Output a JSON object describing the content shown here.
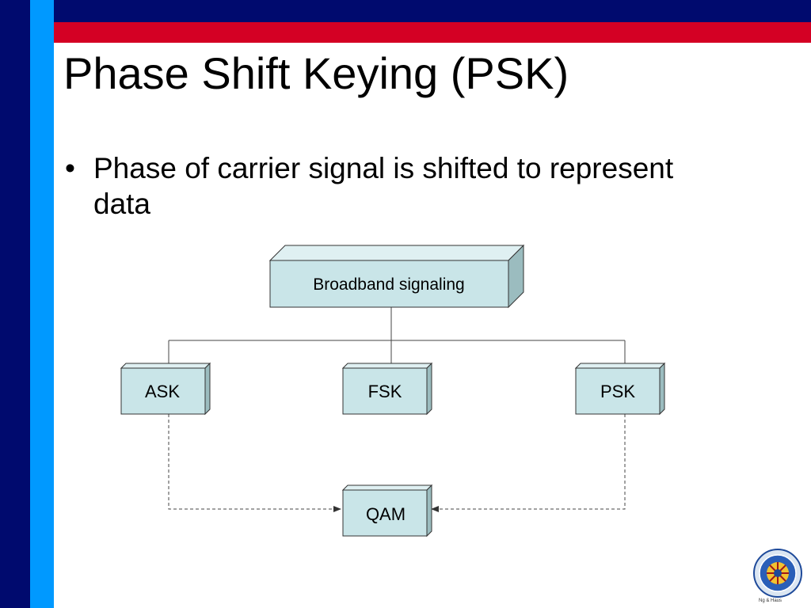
{
  "slide": {
    "title": "Phase Shift Keying (PSK)",
    "bullet_symbol": "•",
    "bullet_text": "Phase of carrier signal is shifted to represent data"
  },
  "colors": {
    "navy": "#000a6e",
    "red": "#d40024",
    "light_blue": "#0099ff",
    "box_fill": "#c9e5e8",
    "box_side": "#9bbcbf",
    "box_top": "#dff0f2",
    "box_stroke": "#333333"
  },
  "diagram": {
    "root": {
      "label": "Broadband signaling"
    },
    "children": [
      {
        "label": "ASK"
      },
      {
        "label": "FSK"
      },
      {
        "label": "PSK"
      }
    ],
    "combined": {
      "label": "QAM"
    },
    "relations": [
      {
        "from": "Broadband signaling",
        "to": "ASK",
        "style": "solid"
      },
      {
        "from": "Broadband signaling",
        "to": "FSK",
        "style": "solid"
      },
      {
        "from": "Broadband signaling",
        "to": "PSK",
        "style": "solid"
      },
      {
        "from": "ASK",
        "to": "QAM",
        "style": "dashed-arrow"
      },
      {
        "from": "PSK",
        "to": "QAM",
        "style": "dashed-arrow"
      }
    ]
  },
  "logo": {
    "icon": "seal-icon",
    "caption": "Ng & Haus"
  }
}
